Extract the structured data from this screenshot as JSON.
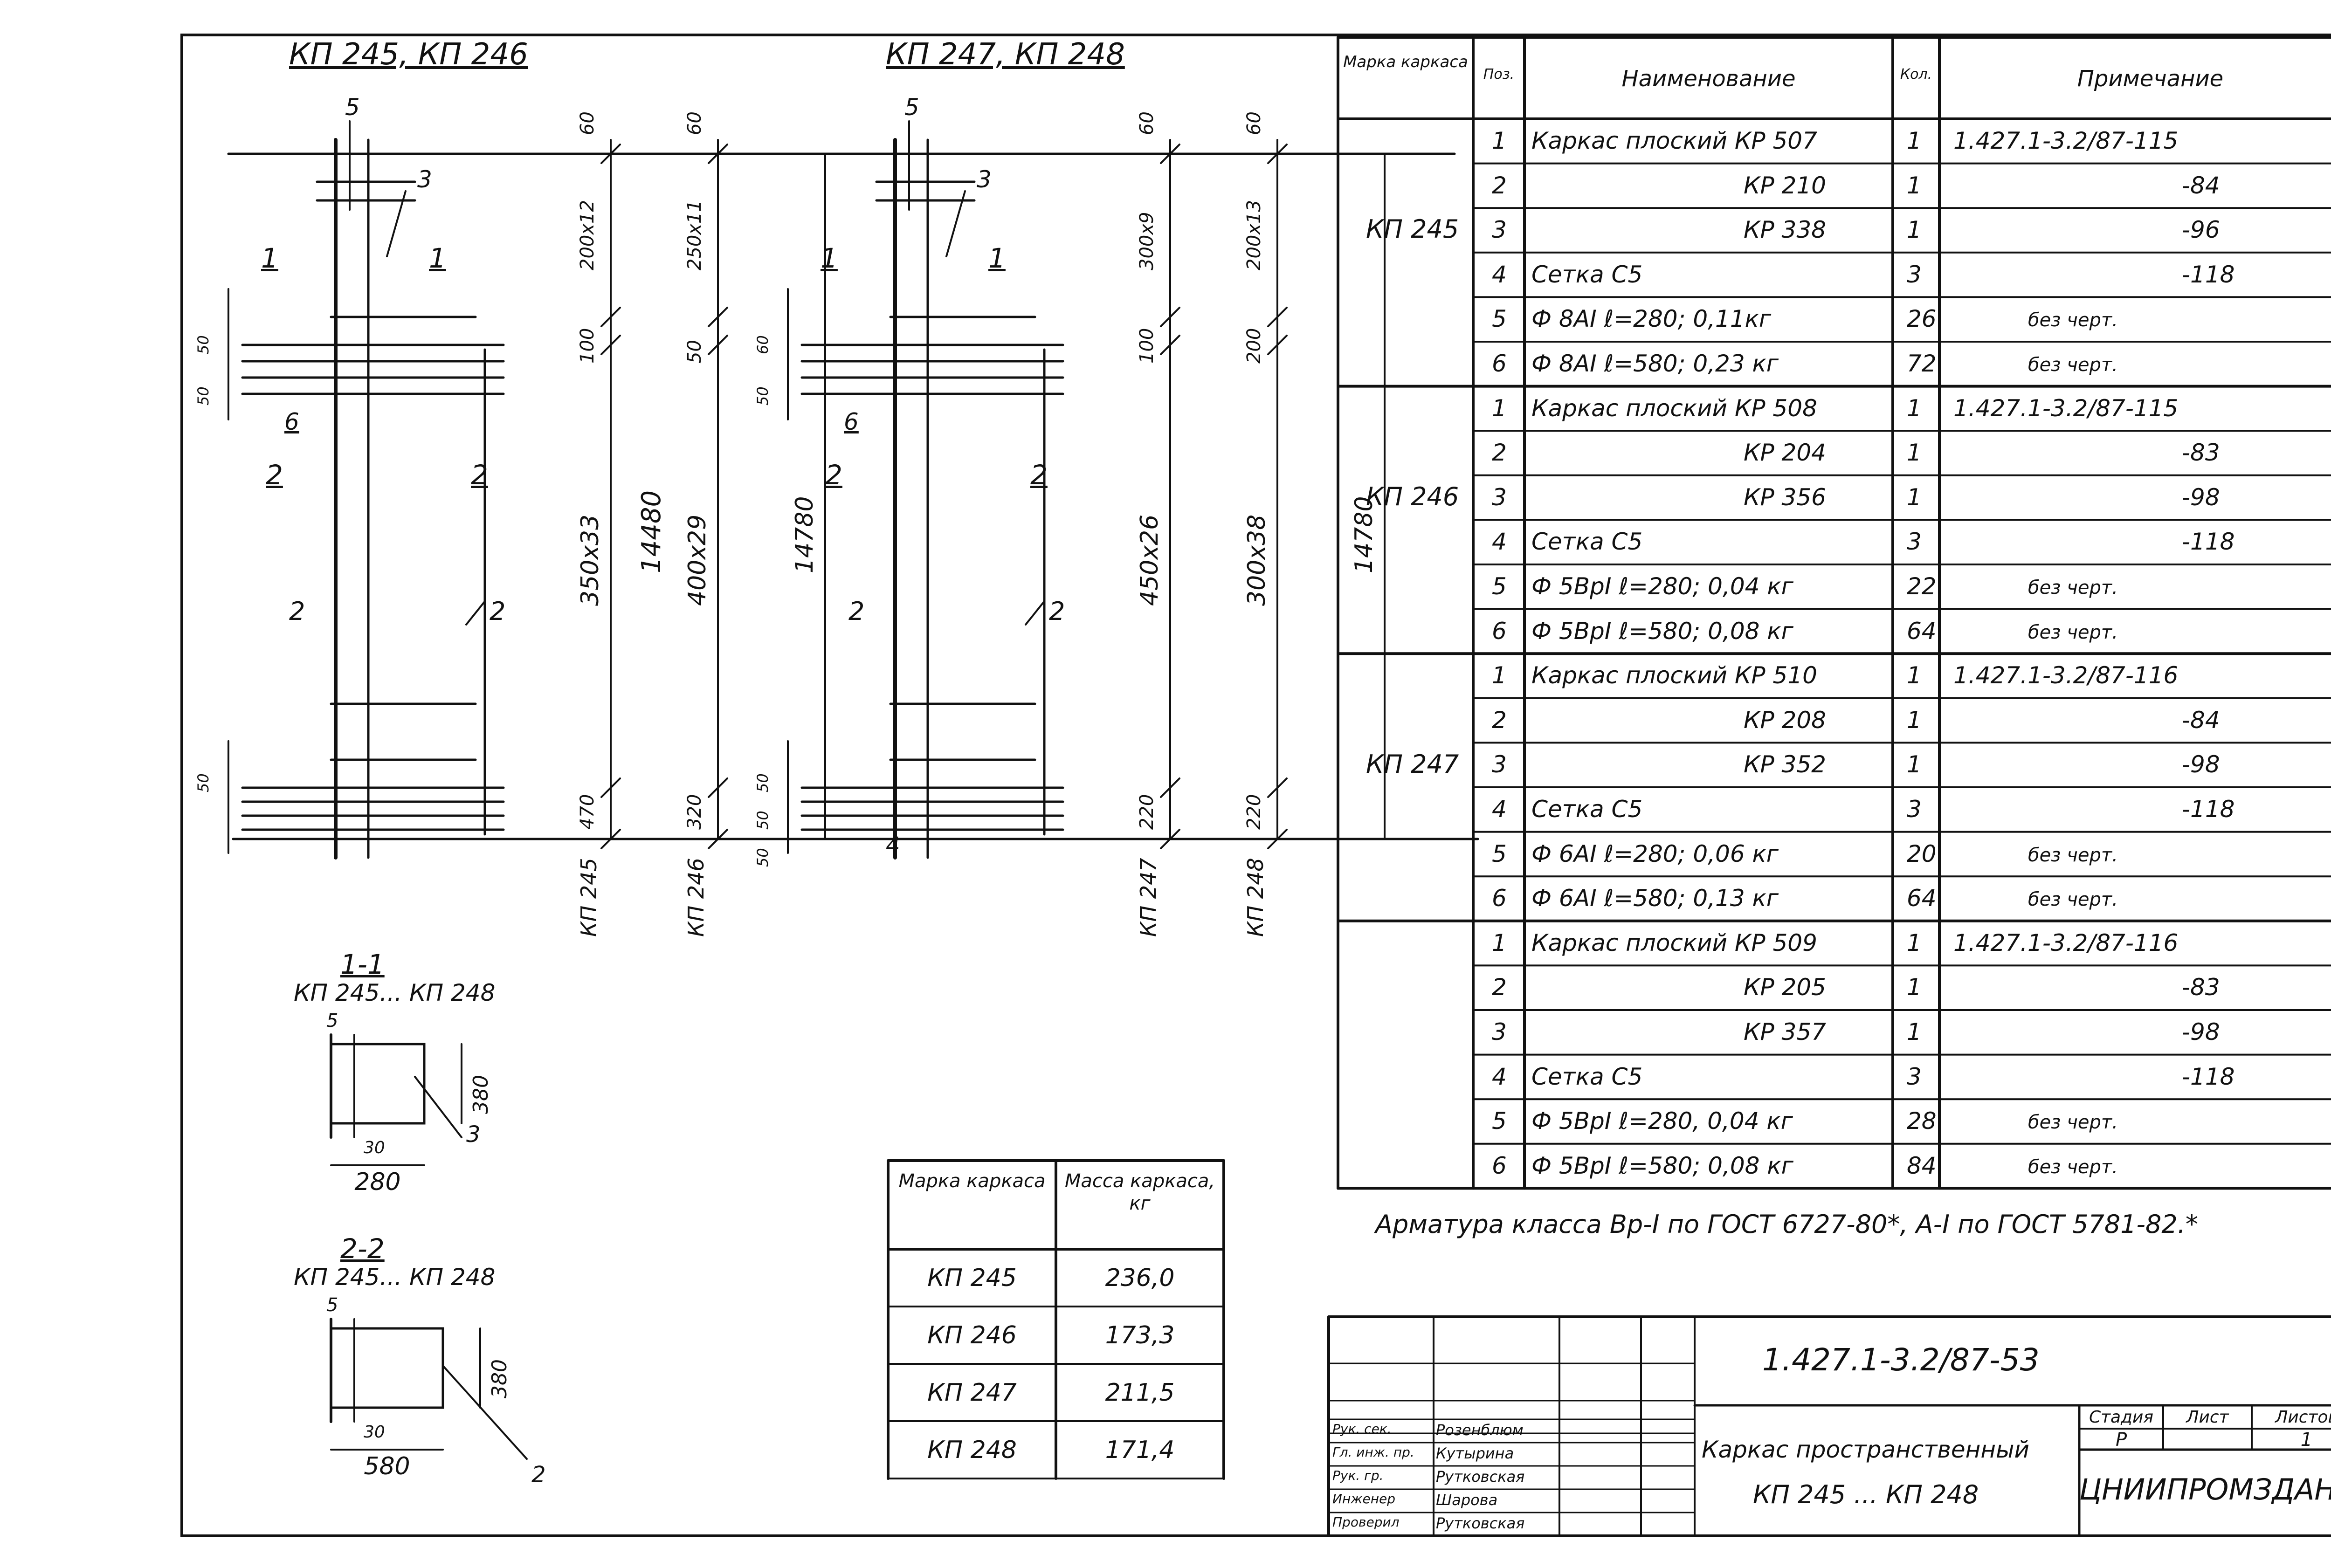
{
  "views": {
    "left_title": "КП 245, КП 246",
    "right_title": "КП 247, КП 248",
    "left": {
      "pos_5": "5",
      "pos_3": "3",
      "pos_1a": "1",
      "pos_1b": "1",
      "pos_6": "6",
      "pos_2a": "2",
      "pos_2b": "2",
      "pos_2c": "2",
      "pos_2d": "2",
      "dims_col1": [
        "60",
        "200x12",
        "100",
        "350x33",
        "470"
      ],
      "dims_col2": [
        "60",
        "250x11",
        "50",
        "400x29",
        "320"
      ],
      "dim_total1": "14480",
      "dim_total2": "14780",
      "bottom_1": "КП 245",
      "bottom_2": "КП 246",
      "left_dims": [
        "50",
        "50",
        "50"
      ]
    },
    "right": {
      "pos_5": "5",
      "pos_3": "3",
      "pos_1a": "1",
      "pos_1b": "1",
      "pos_6": "6",
      "pos_2a": "2",
      "pos_2b": "2",
      "pos_2c": "2",
      "pos_2d": "2",
      "pos_4": "4",
      "dims_col1": [
        "60",
        "300x9",
        "100",
        "450x26",
        "220"
      ],
      "dims_col2": [
        "60",
        "200x13",
        "200",
        "300x38",
        "220"
      ],
      "dim_total": "14780",
      "bottom_1": "КП 247",
      "bottom_2": "КП 248",
      "left_dims": [
        "60",
        "50",
        "50",
        "50",
        "50"
      ]
    },
    "section_11": {
      "title": "1-1",
      "subtitle": "КП 245... КП 248",
      "dim_w": "280",
      "dim_30": "30",
      "dim_h": "380",
      "pos_5": "5",
      "pos_3": "3"
    },
    "section_22": {
      "title": "2-2",
      "subtitle": "КП 245... КП 248",
      "dim_w": "580",
      "dim_30": "30",
      "dim_h": "380",
      "pos_5": "5",
      "pos_2": "2"
    }
  },
  "spec": {
    "headers": [
      "Марка каркаса",
      "Поз.",
      "Наименование",
      "Кол.",
      "Примечание"
    ],
    "groups": [
      {
        "mark": "КП 245",
        "rows": [
          {
            "pos": "1",
            "name": "Каркас плоский КР 507",
            "qty": "1",
            "note": "1.427.1-3.2/87-115"
          },
          {
            "pos": "2",
            "name": "КР 210",
            "qty": "1",
            "note": "-84"
          },
          {
            "pos": "3",
            "name": "КР 338",
            "qty": "1",
            "note": "-96"
          },
          {
            "pos": "4",
            "name": "Сетка С5",
            "qty": "3",
            "note": "-118"
          },
          {
            "pos": "5",
            "name": "Ф 8AI ℓ=280; 0,11кг",
            "qty": "26",
            "note": "без черт."
          },
          {
            "pos": "6",
            "name": "Ф 8AI ℓ=580; 0,23 кг",
            "qty": "72",
            "note": "без черт."
          }
        ]
      },
      {
        "mark": "КП 246",
        "rows": [
          {
            "pos": "1",
            "name": "Каркас плоский КР 508",
            "qty": "1",
            "note": "1.427.1-3.2/87-115"
          },
          {
            "pos": "2",
            "name": "КР 204",
            "qty": "1",
            "note": "-83"
          },
          {
            "pos": "3",
            "name": "КР 356",
            "qty": "1",
            "note": "-98"
          },
          {
            "pos": "4",
            "name": "Сетка С5",
            "qty": "3",
            "note": "-118"
          },
          {
            "pos": "5",
            "name": "Ф 5ВрI ℓ=280; 0,04 кг",
            "qty": "22",
            "note": "без черт."
          },
          {
            "pos": "6",
            "name": "Ф 5ВрI ℓ=580; 0,08 кг",
            "qty": "64",
            "note": "без черт."
          }
        ]
      },
      {
        "mark": "КП 247",
        "rows": [
          {
            "pos": "1",
            "name": "Каркас плоский КР 510",
            "qty": "1",
            "note": "1.427.1-3.2/87-116"
          },
          {
            "pos": "2",
            "name": "КР 208",
            "qty": "1",
            "note": "-84"
          },
          {
            "pos": "3",
            "name": "КР 352",
            "qty": "1",
            "note": "-98"
          },
          {
            "pos": "4",
            "name": "Сетка С5",
            "qty": "3",
            "note": "-118"
          },
          {
            "pos": "5",
            "name": "Ф 6AI ℓ=280; 0,06 кг",
            "qty": "20",
            "note": "без черт."
          },
          {
            "pos": "6",
            "name": "Ф 6AI ℓ=580; 0,13 кг",
            "qty": "64",
            "note": "без черт."
          }
        ]
      },
      {
        "mark": "",
        "rows": [
          {
            "pos": "1",
            "name": "Каркас плоский КР 509",
            "qty": "1",
            "note": "1.427.1-3.2/87-116"
          },
          {
            "pos": "2",
            "name": "КР 205",
            "qty": "1",
            "note": "-83"
          },
          {
            "pos": "3",
            "name": "КР 357",
            "qty": "1",
            "note": "-98"
          },
          {
            "pos": "4",
            "name": "Сетка С5",
            "qty": "3",
            "note": "-118"
          },
          {
            "pos": "5",
            "name": "Ф 5ВрI ℓ=280, 0,04 кг",
            "qty": "28",
            "note": "без черт."
          },
          {
            "pos": "6",
            "name": "Ф 5ВрI ℓ=580; 0,08 кг",
            "qty": "84",
            "note": "без черт."
          }
        ]
      }
    ]
  },
  "mass_table": {
    "headers": [
      "Марка каркаса",
      "Масса каркаса, кг"
    ],
    "rows": [
      [
        "КП 245",
        "236,0"
      ],
      [
        "КП 246",
        "173,3"
      ],
      [
        "КП 247",
        "211,5"
      ],
      [
        "КП 248",
        "171,4"
      ]
    ]
  },
  "note": "Арматура класса Вр-I по ГОСТ 6727-80*, A-I по ГОСТ 5781-82.*",
  "stamp": {
    "doc_code": "1.427.1-3.2/87-53",
    "roles": [
      "Рук. сек.",
      "Гл. инж. пр.",
      "Рук. гр.",
      "Инженер",
      "Проверил"
    ],
    "names": [
      "Розенблюм",
      "Кутырина",
      "Рутковская",
      "Шарова",
      "Рутковская"
    ],
    "title_1": "Каркас пространственный",
    "title_2": "КП 245 ... КП 248",
    "stage_label": "Стадия",
    "sheet_label": "Лист",
    "sheets_label": "Листов",
    "stage": "Р",
    "sheet": "",
    "sheets": "1",
    "org": "ЦНИИПРОМЗДАНИЙ"
  }
}
